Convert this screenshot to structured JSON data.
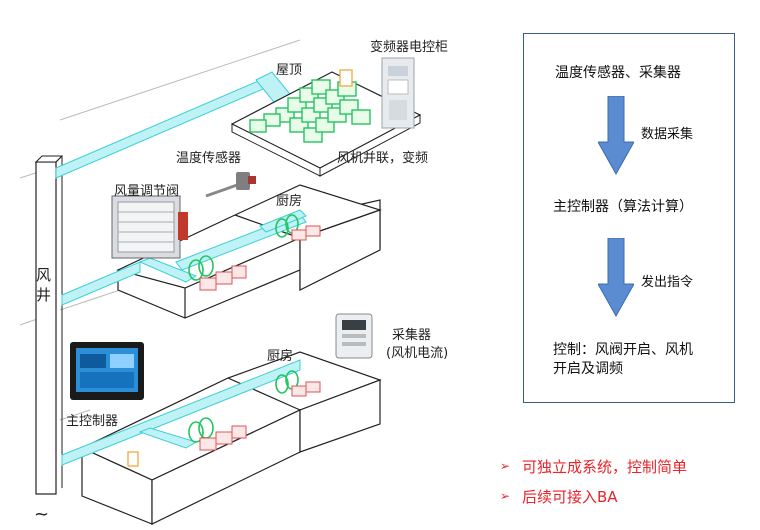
{
  "labels": {
    "inverter_cabinet": "变频器电控柜",
    "roof": "屋顶",
    "temp_sensor": "温度传感器",
    "fans_parallel": "风机并联，变频",
    "damper": "风量调节阀",
    "kitchen_upper": "厨房",
    "shaft_1": "风",
    "shaft_2": "井",
    "collector": "采集器",
    "collector_sub": "(风机电流)",
    "kitchen_lower": "厨房",
    "main_controller": "主控制器",
    "tilde": "~"
  },
  "flow": {
    "step1": "温度传感器、采集器",
    "arrow1": "数据采集",
    "step2": "主控制器（算法计算）",
    "arrow2": "发出指令",
    "step3_line1": "控制：风阀开启、风机",
    "step3_line2": "开启及调频"
  },
  "bullets": [
    {
      "mark": "➢",
      "text": "可独立成系统，控制简单"
    },
    {
      "mark": "➢",
      "text": "后续可接入BA"
    }
  ],
  "colors": {
    "duct": "#8fe3ea",
    "fan": "#22c55e",
    "arrow": "#5b8bd0",
    "bullet": "#e8232a",
    "box_border": "#3a5a8c"
  }
}
